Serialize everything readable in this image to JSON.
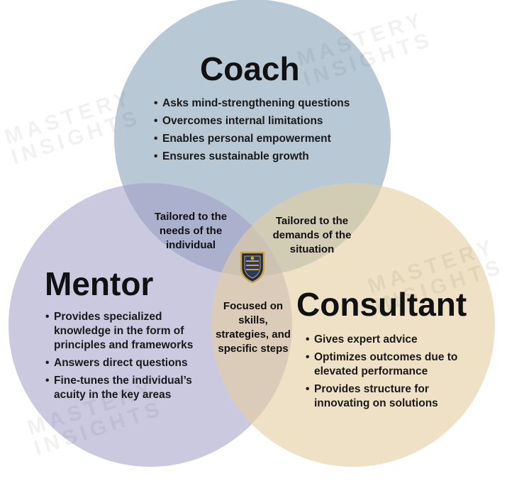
{
  "colors": {
    "coach": "#7e9bb3",
    "mentor": "#a19cc4",
    "consultant": "#e3cfa2"
  },
  "watermark": {
    "line1": "MASTERY",
    "line2": "INSIGHTS"
  },
  "logo": {
    "icon": "crest-shield-icon"
  },
  "coach": {
    "title": "Coach",
    "points": [
      "Asks mind-strengthening questions",
      "Overcomes internal limitations",
      "Enables personal empowerment",
      "Ensures sustainable growth"
    ]
  },
  "mentor": {
    "title": "Mentor",
    "points": [
      "Provides specialized knowledge in the form of principles and frameworks",
      "Answers direct questions",
      "Fine-tunes the individual’s acuity in the key areas"
    ]
  },
  "consultant": {
    "title": "Consultant",
    "points": [
      "Gives expert advice",
      "Optimizes outcomes due to elevated performance",
      "Provides structure for innovating on solutions"
    ]
  },
  "overlaps": {
    "coach_mentor": "Tailored to the needs of the individual",
    "coach_consultant": "Tailored to the demands of the situation",
    "mentor_consultant": "Focused on skills, strategies, and specific steps"
  }
}
